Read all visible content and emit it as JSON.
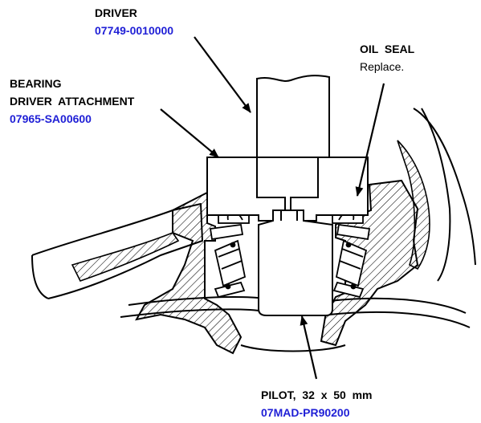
{
  "colors": {
    "ink": "#000000",
    "part_number": "#1f1fd6",
    "background": "#ffffff"
  },
  "labels": {
    "driver": {
      "name": "DRIVER",
      "part_no": "07749-0010000"
    },
    "oil_seal": {
      "name": "OIL  SEAL",
      "note": "Replace."
    },
    "attachment": {
      "line1": "BEARING",
      "line2": "DRIVER  ATTACHMENT",
      "part_no": "07965-SA00600"
    },
    "pilot": {
      "name": "PILOT,  32  x  50  mm",
      "part_no": "07MAD-PR90200"
    }
  }
}
